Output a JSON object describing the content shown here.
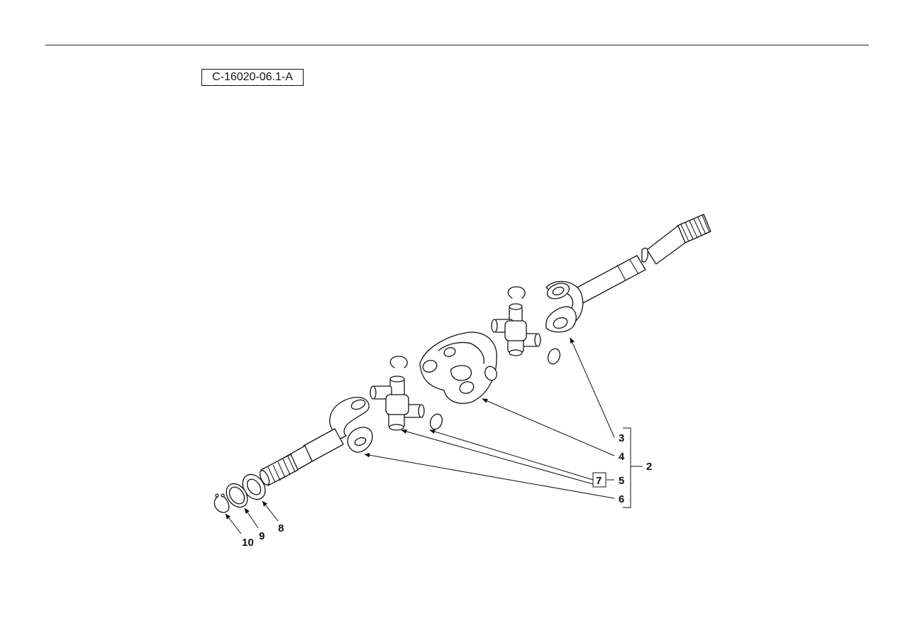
{
  "header": {
    "figure_ref": "C-16020-06.1-A"
  },
  "callouts": {
    "c2": "2",
    "c3": "3",
    "c4": "4",
    "c5": "5",
    "c6": "6",
    "c7": "7",
    "c8": "8",
    "c9": "9",
    "c10": "10"
  }
}
